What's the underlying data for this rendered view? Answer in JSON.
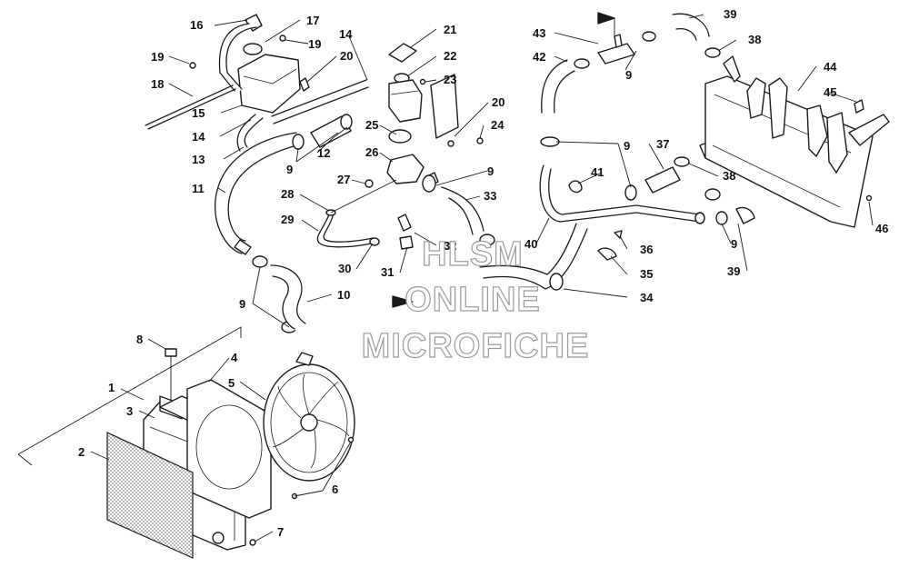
{
  "diagram": {
    "labels": [
      "1",
      "2",
      "3",
      "4",
      "5",
      "6",
      "7",
      "8",
      "9",
      "10",
      "11",
      "12",
      "13",
      "14",
      "15",
      "16",
      "17",
      "18",
      "19",
      "20",
      "21",
      "22",
      "23",
      "24",
      "25",
      "26",
      "27",
      "28",
      "29",
      "30",
      "31",
      "32",
      "33",
      "34",
      "35",
      "36",
      "37",
      "38",
      "39",
      "40",
      "41",
      "42",
      "43",
      "44",
      "45",
      "46"
    ],
    "watermark": {
      "line1": "HLSM",
      "line2": "ONLINE",
      "line3": "MICROFICHE"
    }
  }
}
